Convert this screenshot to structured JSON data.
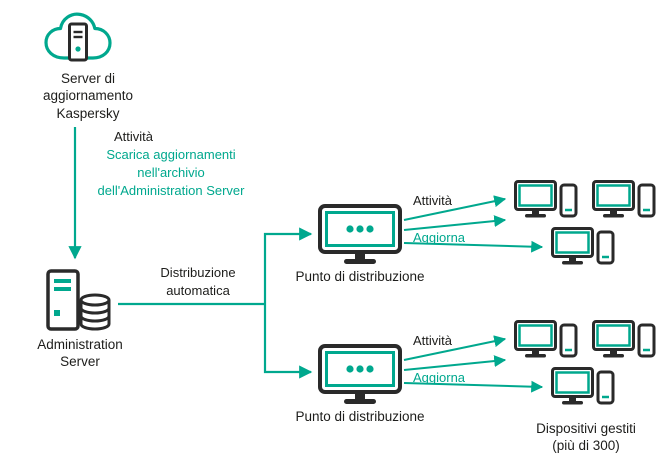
{
  "colors": {
    "accent": "#00a88e",
    "icon_dark": "#2a2a2a",
    "text": "#1d1d1b",
    "background": "#ffffff"
  },
  "icons": {
    "update_server": "cloud-server-icon",
    "admin_server": "server-database-icon",
    "distribution_point": "monitor-dots-icon",
    "managed_device": "desktop-and-phone-icon",
    "connector": "teal-arrow"
  },
  "diagram": {
    "update_server": {
      "label": "Server di\naggiornamento\nKaspersky"
    },
    "download_task": {
      "title": "Attività",
      "description": "Scarica aggiornamenti\nnell'archivio\ndell'Administration Server"
    },
    "admin_server": {
      "label": "Administration\nServer"
    },
    "auto_distribution": {
      "label": "Distribuzione\nautomatica"
    },
    "distribution_point_top": {
      "label": "Punto di distribuzione",
      "task_title": "Attività",
      "task_action": "Aggiorna"
    },
    "distribution_point_bottom": {
      "label": "Punto di distribuzione",
      "task_title": "Attività",
      "task_action": "Aggiorna"
    },
    "managed_devices": {
      "label": "Dispositivi gestiti\n(più di 300)"
    }
  }
}
